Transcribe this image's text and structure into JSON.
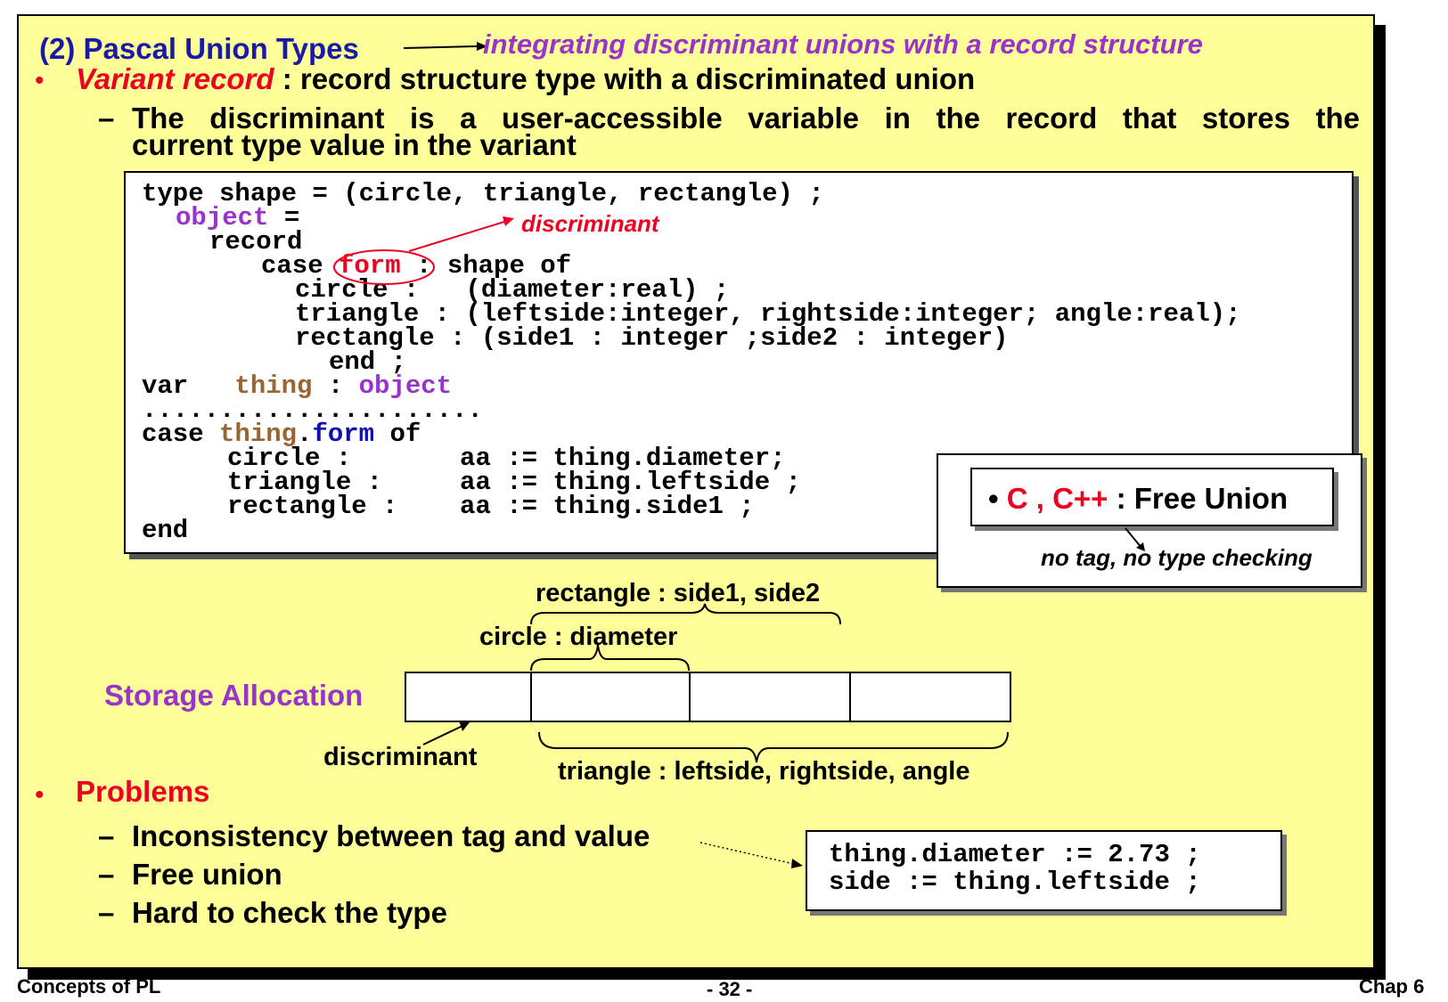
{
  "title": {
    "main": "(2) Pascal Union Types",
    "annotation": "integrating discriminant unions with a record structure"
  },
  "bullet1": {
    "term": "Variant record",
    "rest": " : record structure type with a discriminated union",
    "sub_line1": "The discriminant is a user-accessible variable in the record that stores the",
    "sub_line2": "current type value in the variant"
  },
  "code": {
    "l1": "type shape = (circle, triangle, rectangle) ;",
    "l2_kw": "object",
    "l2_rest": " =",
    "l3": "record",
    "l4_a": "case ",
    "l4_form": "form",
    "l4_b": " : shape of",
    "l5": "circle :   (diameter:real) ;",
    "l6": "triangle : (leftside:integer, rightside:integer; angle:real);",
    "l7": "rectangle : (side1 : integer ;side2 : integer)",
    "l8": "end ;",
    "l9_var": "var   ",
    "l9_thing": "thing",
    "l9_colon": " : ",
    "l9_obj": "object",
    "l10": "......................",
    "l11_case": "case ",
    "l11_thing": "thing",
    "l11_dot": ".",
    "l11_form": "form",
    "l11_of": " of",
    "l12": "circle :       aa := thing.diameter;",
    "l13": "triangle :     aa := thing.leftside ;",
    "l14": "rectangle :    aa := thing.side1 ;",
    "l15": "end",
    "discriminant_label": "discriminant"
  },
  "free_union": {
    "bullet": "•",
    "langs": "C , C++",
    "rest": " : Free Union",
    "note": "no tag, no type checking"
  },
  "storage": {
    "label": "Storage Allocation",
    "rect_label": "rectangle : side1, side2",
    "circle_label": "circle : diameter",
    "discriminant_label": "discriminant",
    "triangle_label": "triangle : leftside, rightside, angle"
  },
  "problems": {
    "heading": "Problems",
    "items": [
      "Inconsistency between tag and value",
      "Free union",
      "Hard to check the type"
    ],
    "code_l1": "thing.diameter := 2.73 ;",
    "code_l2": "side := thing.leftside ;"
  },
  "footer": {
    "left": "Concepts of PL",
    "center": "- 32 -",
    "right": "Chap 6"
  },
  "colors": {
    "background": "#ffff99",
    "title_blue": "#1a1aa6",
    "accent_purple": "#9933cc",
    "accent_red": "#ee0022",
    "identifier_brown": "#996633"
  }
}
